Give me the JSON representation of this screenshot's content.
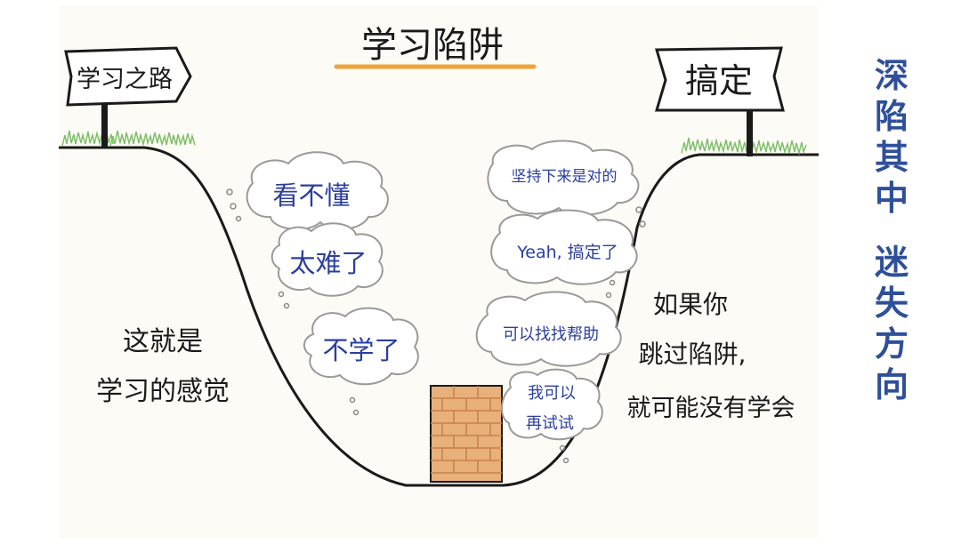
{
  "title": "学习陷阱",
  "signs": {
    "start": "学习之路",
    "end": "搞定"
  },
  "clouds_left": [
    "看不懂",
    "太难了",
    "不学了"
  ],
  "clouds_right": [
    "坚持下来是对的",
    "Yeah, 搞定了",
    "可以找找帮助",
    "我可以",
    "再试试"
  ],
  "left_text": [
    "这就是",
    "学习的感觉"
  ],
  "right_text": [
    "如果你",
    "跳过陷阱,",
    "就可能没有学会"
  ],
  "side_text": [
    "深",
    "陷",
    "其",
    "中",
    "迷",
    "失",
    "方",
    "向"
  ],
  "colors": {
    "ink": "#1a1a1a",
    "blue_text": "#2b3f9e",
    "side_text": "#2e4f9a",
    "underline": "#f0a33a",
    "brick": "#e3a468",
    "grass": "#7fbf6a"
  }
}
